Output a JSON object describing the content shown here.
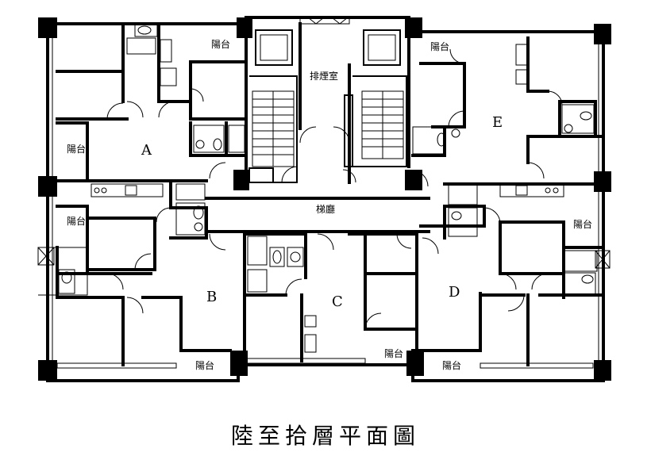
{
  "title": "陸至拾層平面圖",
  "units": [
    "A",
    "B",
    "C",
    "D",
    "E"
  ],
  "labels": {
    "balcony": "陽台",
    "smoke_room": "排煙室",
    "elevator_hall": "梯廳"
  }
}
